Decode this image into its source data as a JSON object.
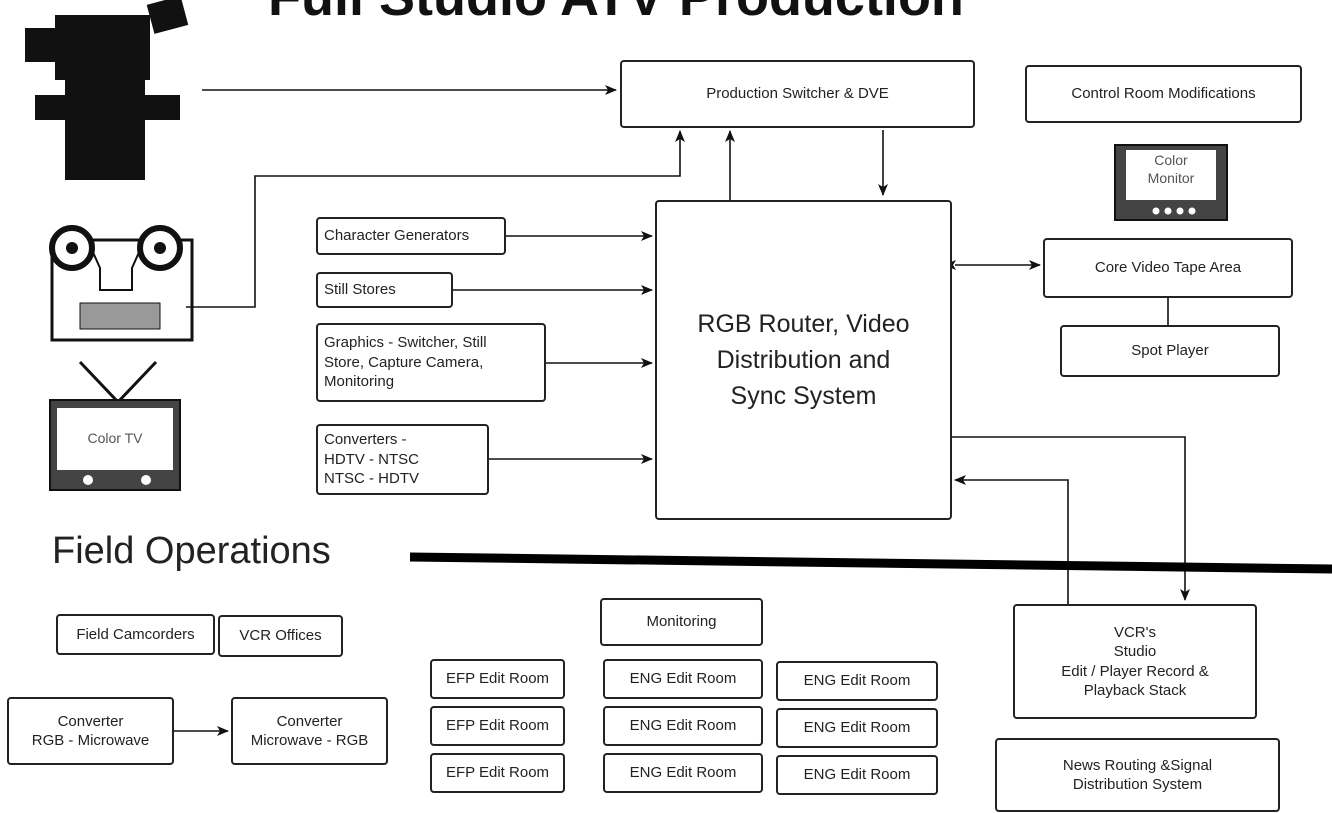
{
  "header": {
    "title": "Full Studio ATV Production"
  },
  "section": {
    "field_title": "Field Operations"
  },
  "boxes": {
    "production_switcher": "Production Switcher & DVE",
    "control_room": "Control Room Modifications",
    "character_generators": "Character Generators",
    "still_stores": "Still Stores",
    "graphics": "Graphics - Switcher, Still\nStore, Capture Camera,\nMonitoring",
    "converters": "Converters -\nHDTV - NTSC\nNTSC - HDTV",
    "router": "RGB Router, Video\nDistribution and\nSync System",
    "core_video_tape": "Core Video Tape Area",
    "spot_player": "Spot Player",
    "vcrs": "VCR's\nStudio\nEdit / Player Record &\nPlayback Stack",
    "news_routing": "News Routing &Signal\nDistribution System",
    "monitoring": "Monitoring",
    "field_camcorders": "Field Camcorders",
    "vcr_offices": "VCR Offices",
    "converter_rgb_microwave": "Converter\nRGB - Microwave",
    "converter_microwave_rgb": "Converter\nMicrowave - RGB",
    "efp_edit_rooms": [
      "EFP Edit Room",
      "EFP Edit Room",
      "EFP Edit Room"
    ],
    "eng_edit_rooms_col1": [
      "ENG Edit Room",
      "ENG Edit Room",
      "ENG Edit Room"
    ],
    "eng_edit_rooms_col2": [
      "ENG Edit Room",
      "ENG Edit Room",
      "ENG Edit Room"
    ]
  },
  "icons": {
    "camera": "camera-icon",
    "tape_recorder": "reel-tape-recorder-icon",
    "color_tv": {
      "name": "television-icon",
      "label": "Color TV"
    },
    "color_monitor": {
      "name": "monitor-icon",
      "label": "Color\nMonitor"
    }
  }
}
